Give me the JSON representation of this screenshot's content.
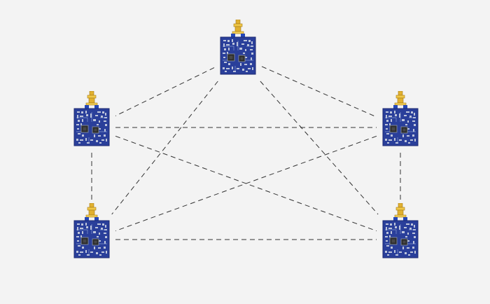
{
  "diagram": {
    "type": "mesh-network",
    "nodes": [
      {
        "id": "node-top",
        "icon": "rf-module-icon"
      },
      {
        "id": "node-upper-left",
        "icon": "rf-module-icon"
      },
      {
        "id": "node-upper-right",
        "icon": "rf-module-icon"
      },
      {
        "id": "node-lower-left",
        "icon": "rf-module-icon"
      },
      {
        "id": "node-lower-right",
        "icon": "rf-module-icon"
      }
    ],
    "links": [
      [
        "node-top",
        "node-upper-left"
      ],
      [
        "node-top",
        "node-upper-right"
      ],
      [
        "node-top",
        "node-lower-left"
      ],
      [
        "node-top",
        "node-lower-right"
      ],
      [
        "node-upper-left",
        "node-upper-right"
      ],
      [
        "node-upper-left",
        "node-lower-left"
      ],
      [
        "node-upper-left",
        "node-lower-right"
      ],
      [
        "node-upper-right",
        "node-lower-left"
      ],
      [
        "node-upper-right",
        "node-lower-right"
      ],
      [
        "node-lower-left",
        "node-lower-right"
      ]
    ],
    "link_style": "dashed",
    "colors": {
      "background": "#f3f3f3",
      "link": "#333333",
      "board": "#2a3f9a",
      "board_edge": "#1c2a72",
      "connector": "#e0b030",
      "silkscreen": "#d8dde6",
      "chip": "#2b2b2b"
    }
  }
}
